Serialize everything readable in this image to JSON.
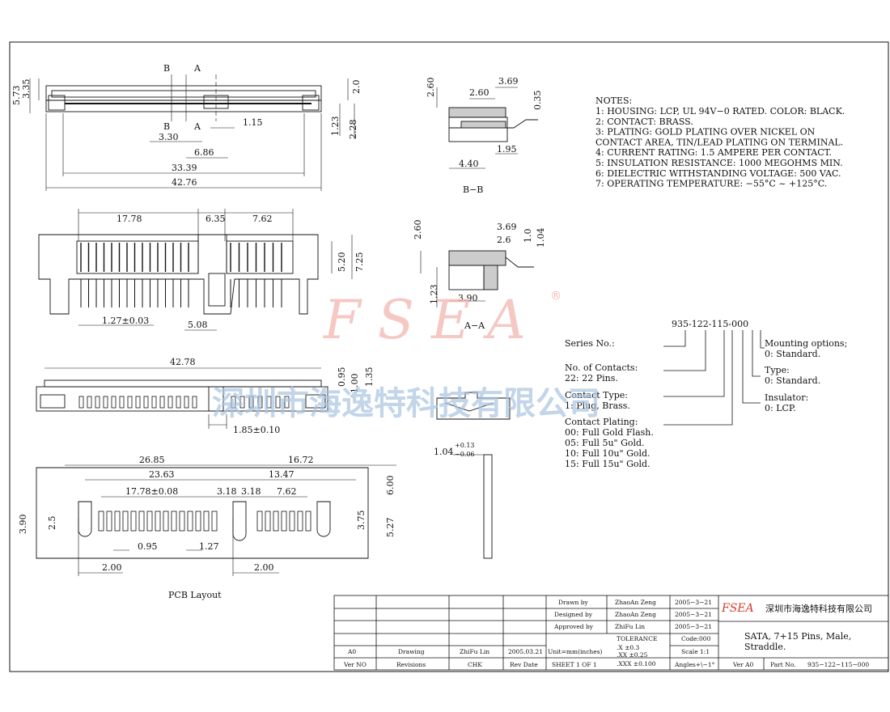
{
  "dims": {
    "top": {
      "h573": "5.73",
      "h335": "3.35",
      "h20": "2.0",
      "h123": "1.23",
      "h228": "2.28",
      "w115": "1.15",
      "w330": "3.30",
      "w686": "6.86",
      "w3339": "33.39",
      "w4276": "42.76",
      "secB": "B",
      "secA": "A"
    },
    "bb": {
      "h260": "2.60",
      "w260": "2.60",
      "w369": "3.69",
      "h035": "0.35",
      "w195": "1.95",
      "w440": "4.40",
      "label": "B−B"
    },
    "aa": {
      "h260": "2.60",
      "w369": "3.69",
      "w26": "2.6",
      "h10": "1.0",
      "h104": "1.04",
      "h123": "1.23",
      "w390": "3.90",
      "label": "A−A"
    },
    "front": {
      "w1778": "17.78",
      "w635": "6.35",
      "w762": "7.62",
      "h520": "5.20",
      "h725": "7.25",
      "pitch": "1.27±0.03",
      "w508": "5.08"
    },
    "bottom": {
      "w4278": "42.78",
      "h095": "0.95",
      "h100": "1.00",
      "h135": "1.35",
      "w185": "1.85±0.10"
    },
    "pcb": {
      "w2685": "26.85",
      "w1672": "16.72",
      "w2363": "23.63",
      "w1347": "13.47",
      "w1778": "17.78±0.08",
      "w318a": "3.18",
      "w318b": "3.18",
      "w762": "7.62",
      "h600": "6.00",
      "h390": "3.90",
      "h25": "2.5",
      "h375": "3.75",
      "h527": "5.27",
      "w095": "0.95",
      "w127": "1.27",
      "w200a": "2.00",
      "w200b": "2.00",
      "label": "PCB Layout"
    },
    "thick": {
      "main": "1.04",
      "sup": "+0.13",
      "sub": "−0.06"
    }
  },
  "notes": {
    "title": "NOTES:",
    "lines": [
      "1: HOUSING: LCP, UL 94V−0 RATED. COLOR: BLACK.",
      "2: CONTACT: BRASS.",
      "3: PLATING: GOLD PLATING OVER NICKEL ON",
      "CONTACT AREA, TIN/LEAD PLATING ON TERMINAL.",
      "4: CURRENT RATING: 1.5 AMPERE PER CONTACT.",
      "5: INSULATION RESISTANCE: 1000 MEGOHMS MIN.",
      "6: DIELECTRIC WITHSTANDING VOLTAGE: 500 VAC.",
      "7: OPERATING TEMPERATURE: −55°C ~ +125°C."
    ]
  },
  "partnum": {
    "code": "935-122-115-000",
    "series": "Series No.:",
    "contacts": [
      "No. of Contacts:",
      "22: 22 Pins."
    ],
    "ctype": [
      "Contact Type:",
      "1: Plug, Brass."
    ],
    "plating": [
      "Contact Plating:",
      "00: Full Gold Flash.",
      "05: Full 5u\" Gold.",
      "10: Full 10u\" Gold.",
      "15: Full 15u\" Gold."
    ],
    "mounting": [
      "Mounting options;",
      "0: Standard."
    ],
    "type": [
      "Type:",
      "0: Standard."
    ],
    "insulator": [
      "Insulator:",
      "0: LCP."
    ]
  },
  "watermark": {
    "brand": "F S E A",
    "reg": "®",
    "cn": "深圳市海逸特科技有限公司"
  },
  "titleblock": {
    "drawn_l": "Drawn by",
    "drawn_n": "ZhaoAn Zeng",
    "drawn_d": "2005−3−21",
    "designed_l": "Designed by",
    "designed_n": "ZhaoAn Zeng",
    "designed_d": "2005−3−21",
    "approved_l": "Approved by",
    "approved_n": "ZhiFu Lin",
    "approved_d": "2005−3−21",
    "tol_t": "TOLERANCE",
    "tol1": ".X   ±0.3",
    "tol2": ".XX  ±0.25",
    "tol3": ".XXX ±0.100",
    "code": "Code:000",
    "scale": "Scale 1:1",
    "angles": "Angles+\\−1°",
    "units": "Unit=mm(inches)",
    "sheet": "SHEET 1 OF 1",
    "rev_a0": "A0",
    "rev_drawing": "Drawing",
    "rev_chk_n": "ZhiFu Lin",
    "rev_date": "2005.03.21",
    "h_verno": "Ver NO",
    "h_revisions": "Revisions",
    "h_chk": "CHK",
    "h_revdate": "Rev Date",
    "logo": "FSEA",
    "company": "深圳市海逸特科技有限公司",
    "title1": "SATA, 7+15 Pins, Male,",
    "title2": "Straddle.",
    "ver": "Ver A0",
    "part_l": "Part No.",
    "part_n": "935−122−115−000"
  }
}
